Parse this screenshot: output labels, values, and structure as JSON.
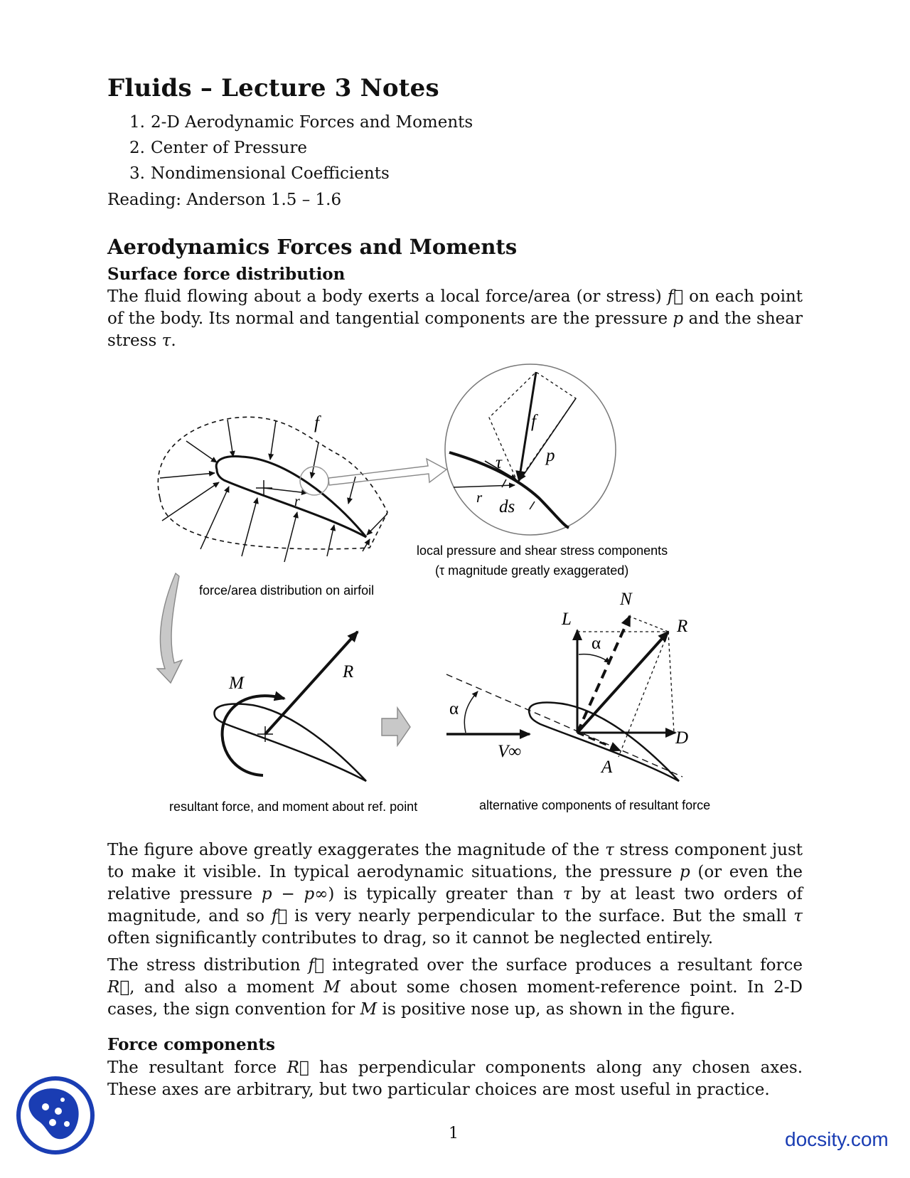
{
  "title": "Fluids – Lecture 3 Notes",
  "toc": [
    {
      "num": "1.",
      "text": "2-D Aerodynamic Forces and Moments"
    },
    {
      "num": "2.",
      "text": "Center of Pressure"
    },
    {
      "num": "3.",
      "text": "Nondimensional Coefficients"
    }
  ],
  "reading": "Reading: Anderson 1.5 – 1.6",
  "section_heading": "Aerodynamics Forces and Moments",
  "surface": {
    "heading": "Surface force distribution",
    "p1_a": "The fluid flowing about a body exerts a local force/area (or stress)",
    "p1_sym": "f",
    "p1_b": "on each point of the body. Its normal and tangential components are the pressure",
    "p1_p": "p",
    "p1_c": "and the shear stress",
    "p1_tau": "τ",
    "p1_d": "."
  },
  "figure": {
    "cap_local_1": "local pressure and shear stress components",
    "cap_local_2": "(τ magnitude greatly exaggerated)",
    "cap_dist": "force/area distribution on airfoil",
    "cap_resultant": "resultant force, and moment about ref. point",
    "cap_alt": "alternative components of resultant force",
    "lbl_f1": "f",
    "lbl_r1": "r",
    "lbl_f2": "f",
    "lbl_tau": "τ",
    "lbl_p": "p",
    "lbl_r2": "r",
    "lbl_ds": "ds",
    "lbl_M": "M",
    "lbl_R1": "R",
    "lbl_alpha1": "α",
    "lbl_vinf": "V∞",
    "lbl_N": "N",
    "lbl_L": "L",
    "lbl_alpha2": "α",
    "lbl_R2": "R",
    "lbl_D": "D",
    "lbl_A": "A"
  },
  "para2": {
    "a": "The figure above greatly exaggerates the magnitude of the",
    "tau": "τ",
    "b": "stress component just to make it visible. In typical aerodynamic situations, the pressure",
    "p": "p",
    "c": "(or even the relative pressure",
    "pp": "p − p∞",
    "d": ") is typically greater than",
    "tau2": "τ",
    "e": "by at least two orders of magnitude, and so",
    "f": "f",
    "g": "is very nearly perpendicular to the surface. But the small",
    "tau3": "τ",
    "h": "often significantly contributes to drag, so it cannot be neglected entirely."
  },
  "para3": {
    "a": "The stress distribution",
    "f": "f",
    "b": "integrated over the surface produces a resultant force",
    "R": "R",
    "c": ", and also a moment",
    "M": "M",
    "d": "about some chosen moment-reference point. In 2-D cases, the sign convention for",
    "M2": "M",
    "e": "is positive nose up, as shown in the figure."
  },
  "force": {
    "heading": "Force components",
    "a": "The resultant force",
    "R": "R",
    "b": "has perpendicular components along any chosen axes. These axes are arbitrary, but two particular choices are most useful in practice."
  },
  "page_number": "1",
  "brand": "docsity.com"
}
